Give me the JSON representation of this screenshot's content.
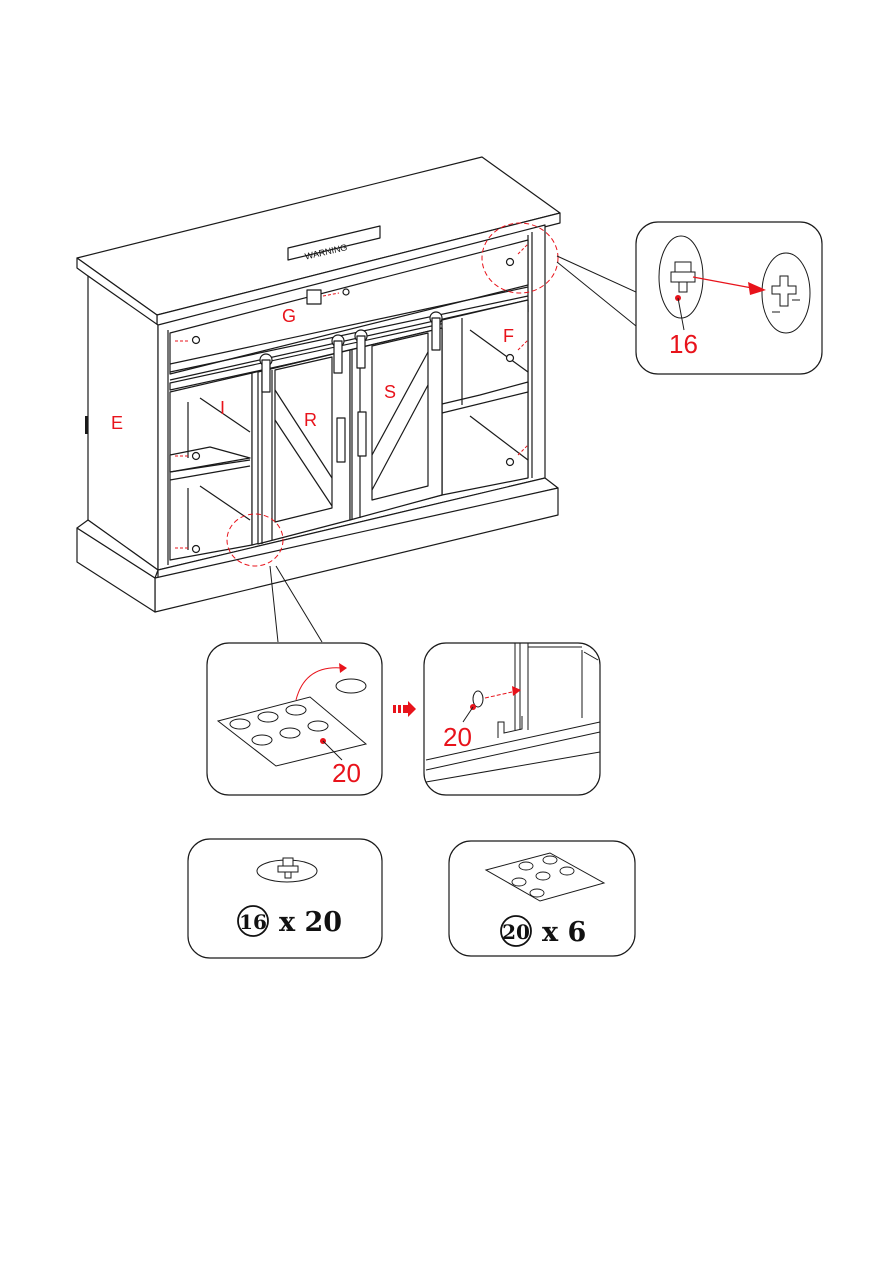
{
  "labels": {
    "panel_e": "E",
    "panel_f": "F",
    "panel_g": "G",
    "panel_i": "I",
    "door_r": "R",
    "door_s": "S",
    "warning_sign": "WARNING"
  },
  "callouts": {
    "part_16": "16",
    "part_20_sheet": "20",
    "part_20_detail": "20"
  },
  "parts_list": [
    {
      "part_number": "16",
      "multiplier": "x 20"
    },
    {
      "part_number": "20",
      "multiplier": "x 6"
    }
  ],
  "colors": {
    "line": "#1a1a1a",
    "annotation": "#e8131b",
    "fill": "#ffffff"
  }
}
